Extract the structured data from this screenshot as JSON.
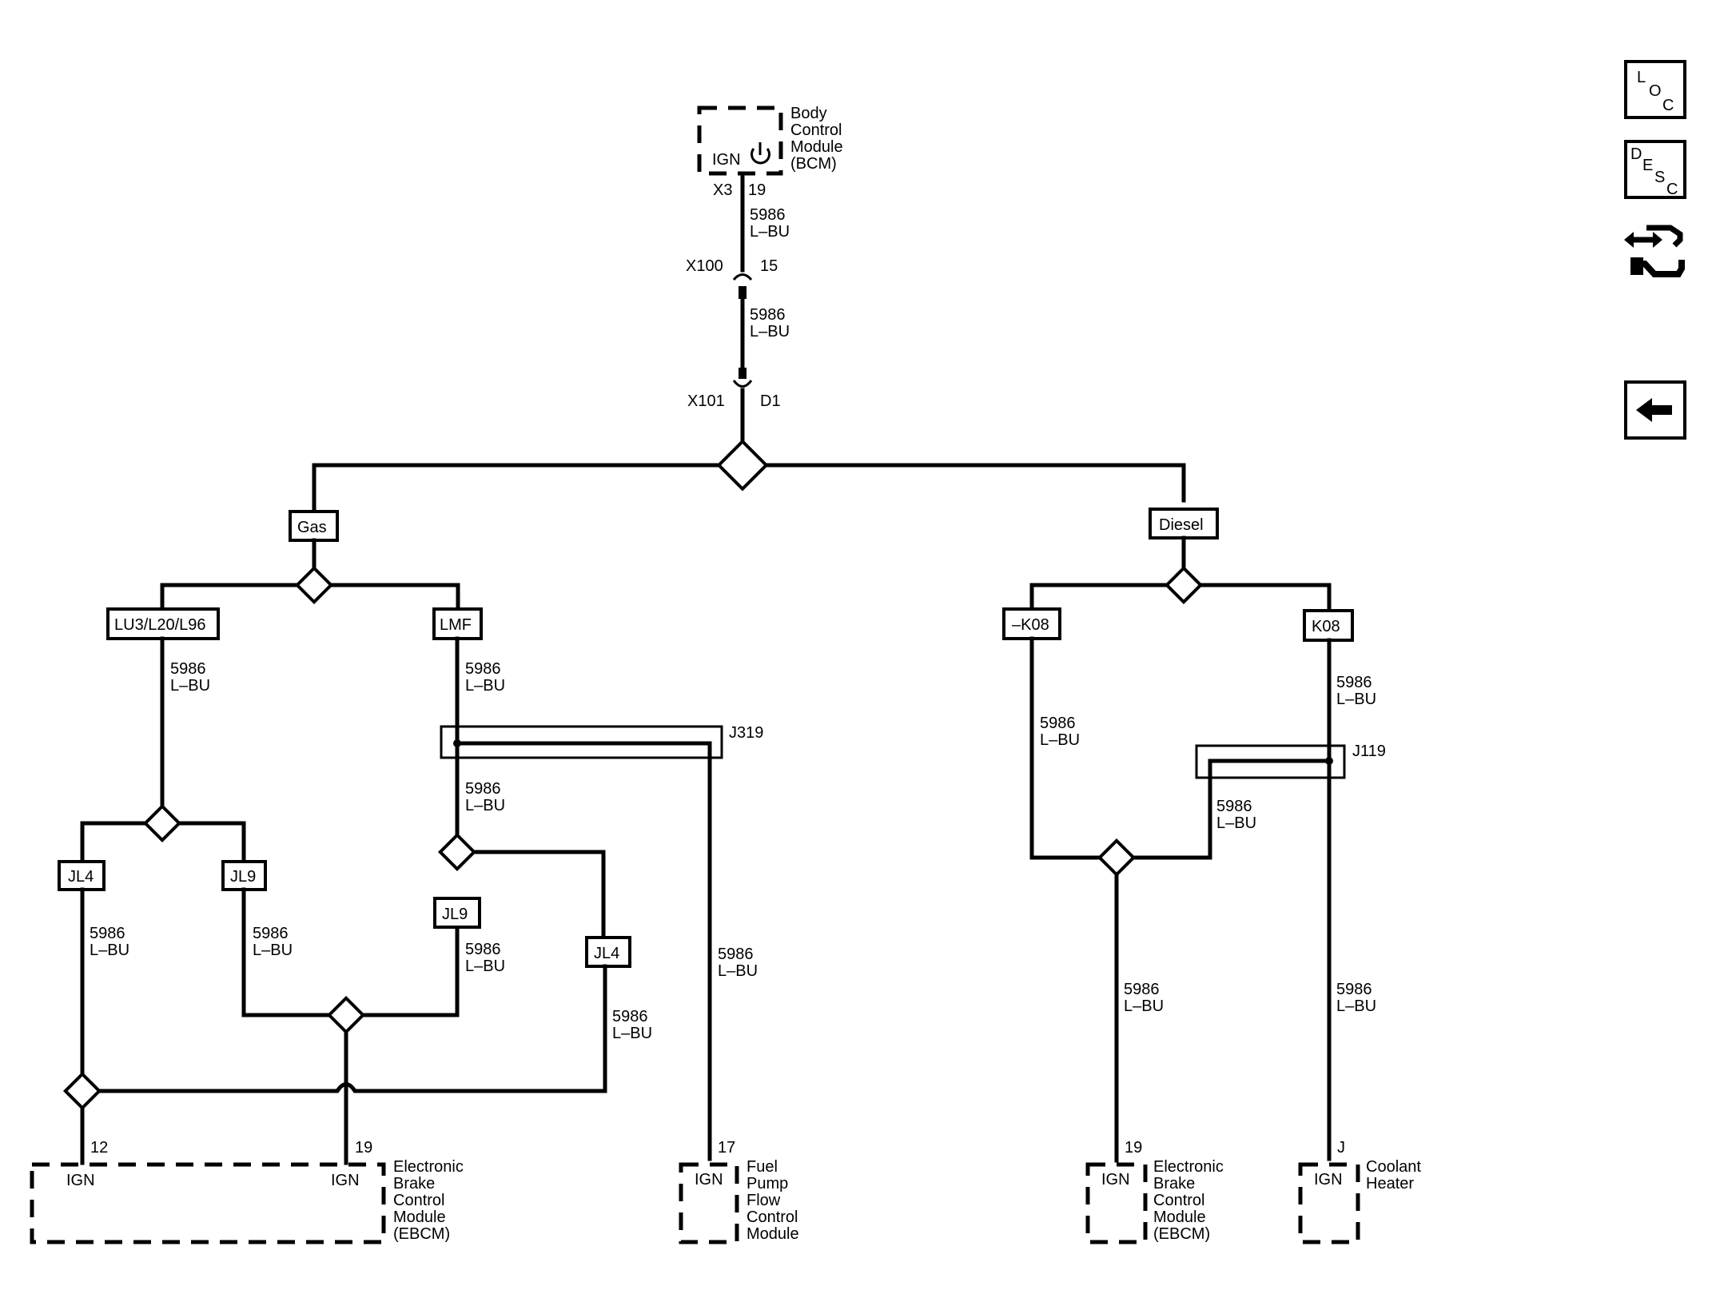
{
  "colors": {
    "ink": "#000000",
    "paper": "#ffffff"
  },
  "wire": {
    "number": "5986",
    "color": "L–BU"
  },
  "bcm": {
    "name_lines": [
      "Body",
      "Control",
      "Module",
      "(BCM)"
    ],
    "terminal_label": "IGN",
    "connector": "X3",
    "pin": "19",
    "icon": "power-icon"
  },
  "inline_connectors": [
    {
      "name": "X100",
      "pin": "15"
    },
    {
      "name": "X101",
      "pin": "D1"
    }
  ],
  "options": {
    "gas": "Gas",
    "diesel": "Diesel",
    "lu3": "LU3/L20/L96",
    "lmf": "LMF",
    "not_k08": "–K08",
    "k08": "K08",
    "jl4_left": "JL4",
    "jl9_left": "JL9",
    "jl9_right": "JL9",
    "jl4_right": "JL4"
  },
  "splices": {
    "j319": "J319",
    "j119": "J119"
  },
  "components": {
    "ebcm_gas": {
      "pins": [
        "12",
        "19"
      ],
      "terminals": [
        "IGN",
        "IGN"
      ],
      "name_lines": [
        "Electronic",
        "Brake",
        "Control",
        "Module",
        "(EBCM)"
      ]
    },
    "fuel_pump": {
      "pin": "17",
      "terminal": "IGN",
      "name_lines": [
        "Fuel",
        "Pump",
        "Flow",
        "Control",
        "Module"
      ]
    },
    "ebcm_diesel": {
      "pin": "19",
      "terminal": "IGN",
      "name_lines": [
        "Electronic",
        "Brake",
        "Control",
        "Module",
        "(EBCM)"
      ]
    },
    "coolant_heater": {
      "pin": "J",
      "terminal": "IGN",
      "name_lines": [
        "Coolant",
        "Heater"
      ]
    }
  },
  "side_buttons": {
    "loc": [
      "L",
      "O",
      "C"
    ],
    "desc": [
      "D",
      "E",
      "S",
      "C"
    ],
    "connector_icon": "connector-harness-icon",
    "back_icon": "back-arrow-icon"
  }
}
